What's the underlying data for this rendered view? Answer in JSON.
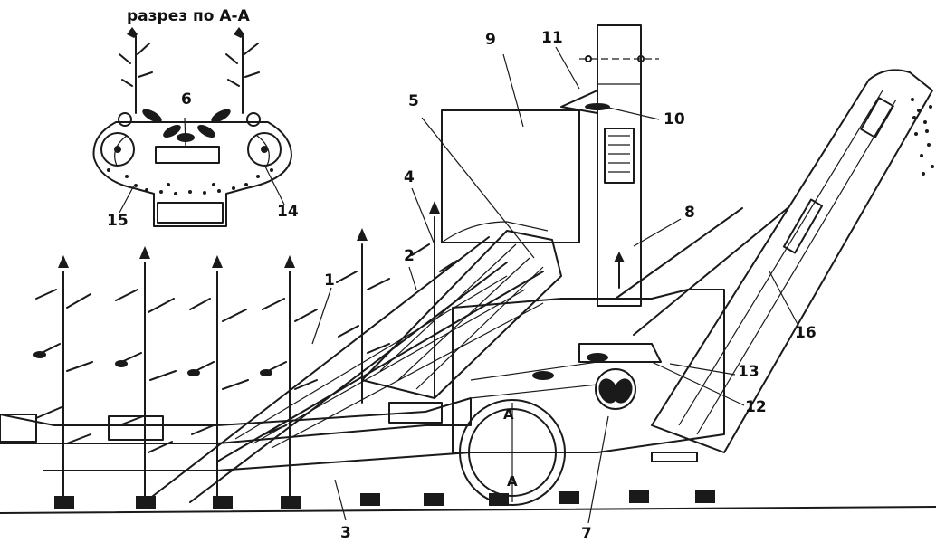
{
  "section": {
    "title": "разрез по А-А"
  },
  "labels": {
    "n1": "1",
    "n2": "2",
    "n3": "3",
    "n4": "4",
    "n5": "5",
    "n6": "6",
    "n7": "7",
    "n8": "8",
    "n9": "9",
    "n10": "10",
    "n11": "11",
    "n12": "12",
    "n13": "13",
    "n14": "14",
    "n15": "15",
    "n16": "16"
  },
  "section_marks": {
    "a_left": "А",
    "a_bottom": "А"
  }
}
